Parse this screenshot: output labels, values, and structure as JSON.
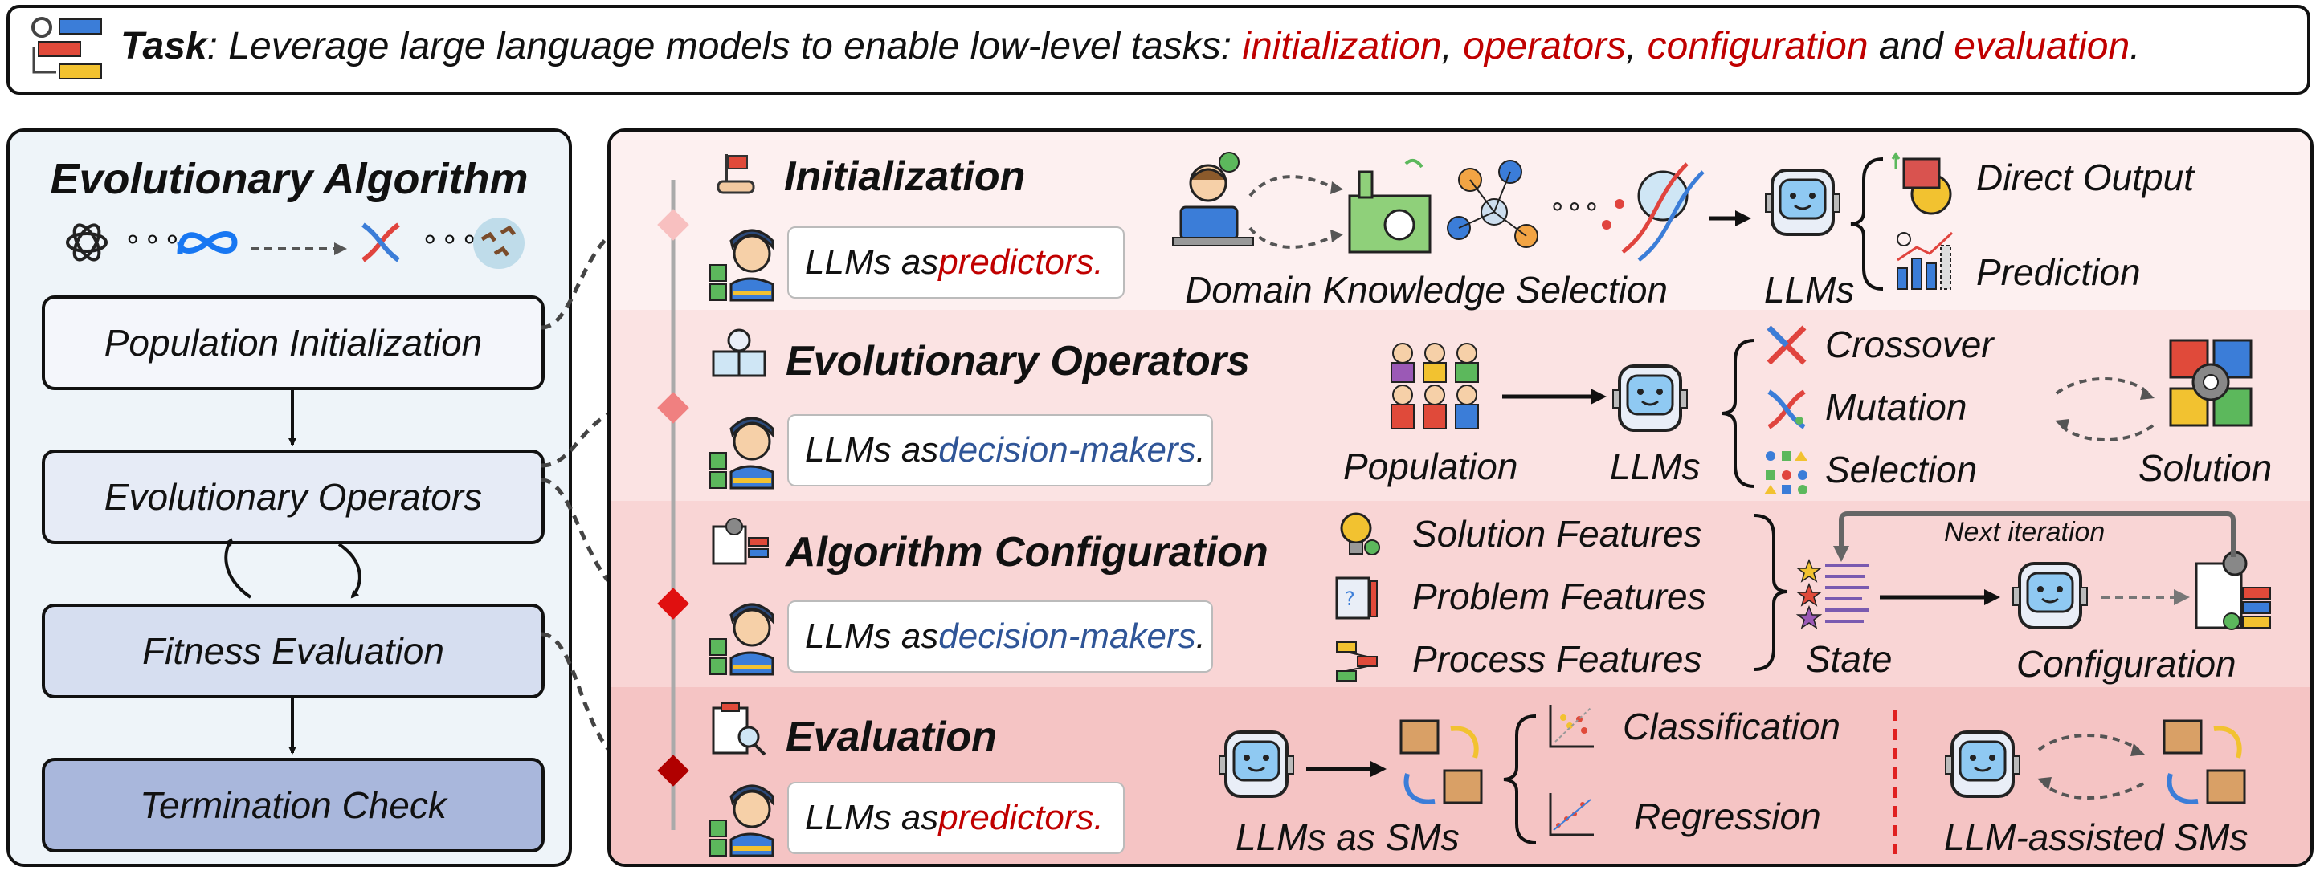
{
  "task": {
    "label": "Task",
    "lead": ":  Leverage large language models to enable low-level tasks: ",
    "items": [
      "initialization",
      "operators",
      "configuration",
      "evaluation"
    ],
    "sep1": ", ",
    "sep2": ", ",
    "and": " and ",
    "end": "."
  },
  "left": {
    "title": "Evolutionary Algorithm",
    "steps": [
      "Population Initialization",
      "Evolutionary Operators",
      "Fitness Evaluation",
      "Termination Check"
    ]
  },
  "sections": {
    "init": {
      "title": "Initialization",
      "role_prefix": "LLMs as ",
      "role": "predictors",
      "role_end": ".",
      "domain_label": "Domain Knowledge Selection",
      "llms_label": "LLMs",
      "out1": "Direct Output",
      "out2": "Prediction"
    },
    "ops": {
      "title": "Evolutionary Operators",
      "role_prefix": "LLMs as ",
      "role": "decision-makers",
      "role_end": ".",
      "population_label": "Population",
      "llms_label": "LLMs",
      "op1": "Crossover",
      "op2": "Mutation",
      "op3": "Selection",
      "solution_label": "Solution"
    },
    "config": {
      "title": "Algorithm Configuration",
      "role_prefix": "LLMs as ",
      "role": "decision-makers",
      "role_end": ".",
      "feat1": "Solution Features",
      "feat2": "Problem Features",
      "feat3": "Process Features",
      "state_label": "State",
      "next_label": "Next iteration",
      "config_label": "Configuration"
    },
    "eval": {
      "title": "Evaluation",
      "role_prefix": "LLMs as ",
      "role": "predictors",
      "role_end": ".",
      "class_label": "Classification",
      "reg_label": "Regression",
      "sms_label": "LLMs as SMs",
      "assisted_label": "LLM-assisted SMs"
    }
  },
  "colors": {
    "band1": "#fdf0f0",
    "band2": "#fbe3e3",
    "band3": "#f9d5d5",
    "band4": "#f5c4c4",
    "accent_red": "#c00000",
    "accent_blue": "#2f5597",
    "step1": "#f4f6fb",
    "step2": "#e6ebf6",
    "step3": "#d6def0",
    "step4": "#a9b7dc"
  }
}
